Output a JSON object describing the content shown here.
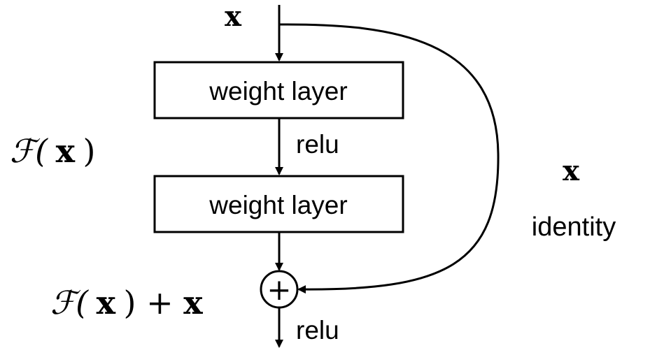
{
  "input": {
    "label": "x"
  },
  "blocks": [
    {
      "label": "weight layer"
    },
    {
      "label": "weight layer"
    }
  ],
  "activations": {
    "middle": "relu",
    "output": "relu"
  },
  "left_labels": {
    "residual_prefix": "ℱ(",
    "residual_x": "x",
    "residual_suffix": ")",
    "sum_prefix": "ℱ(",
    "sum_x": "x",
    "sum_middle": ") + ",
    "sum_x2": "x"
  },
  "shortcut": {
    "label": "x",
    "caption": "identity"
  },
  "operator": {
    "symbol": "+"
  }
}
